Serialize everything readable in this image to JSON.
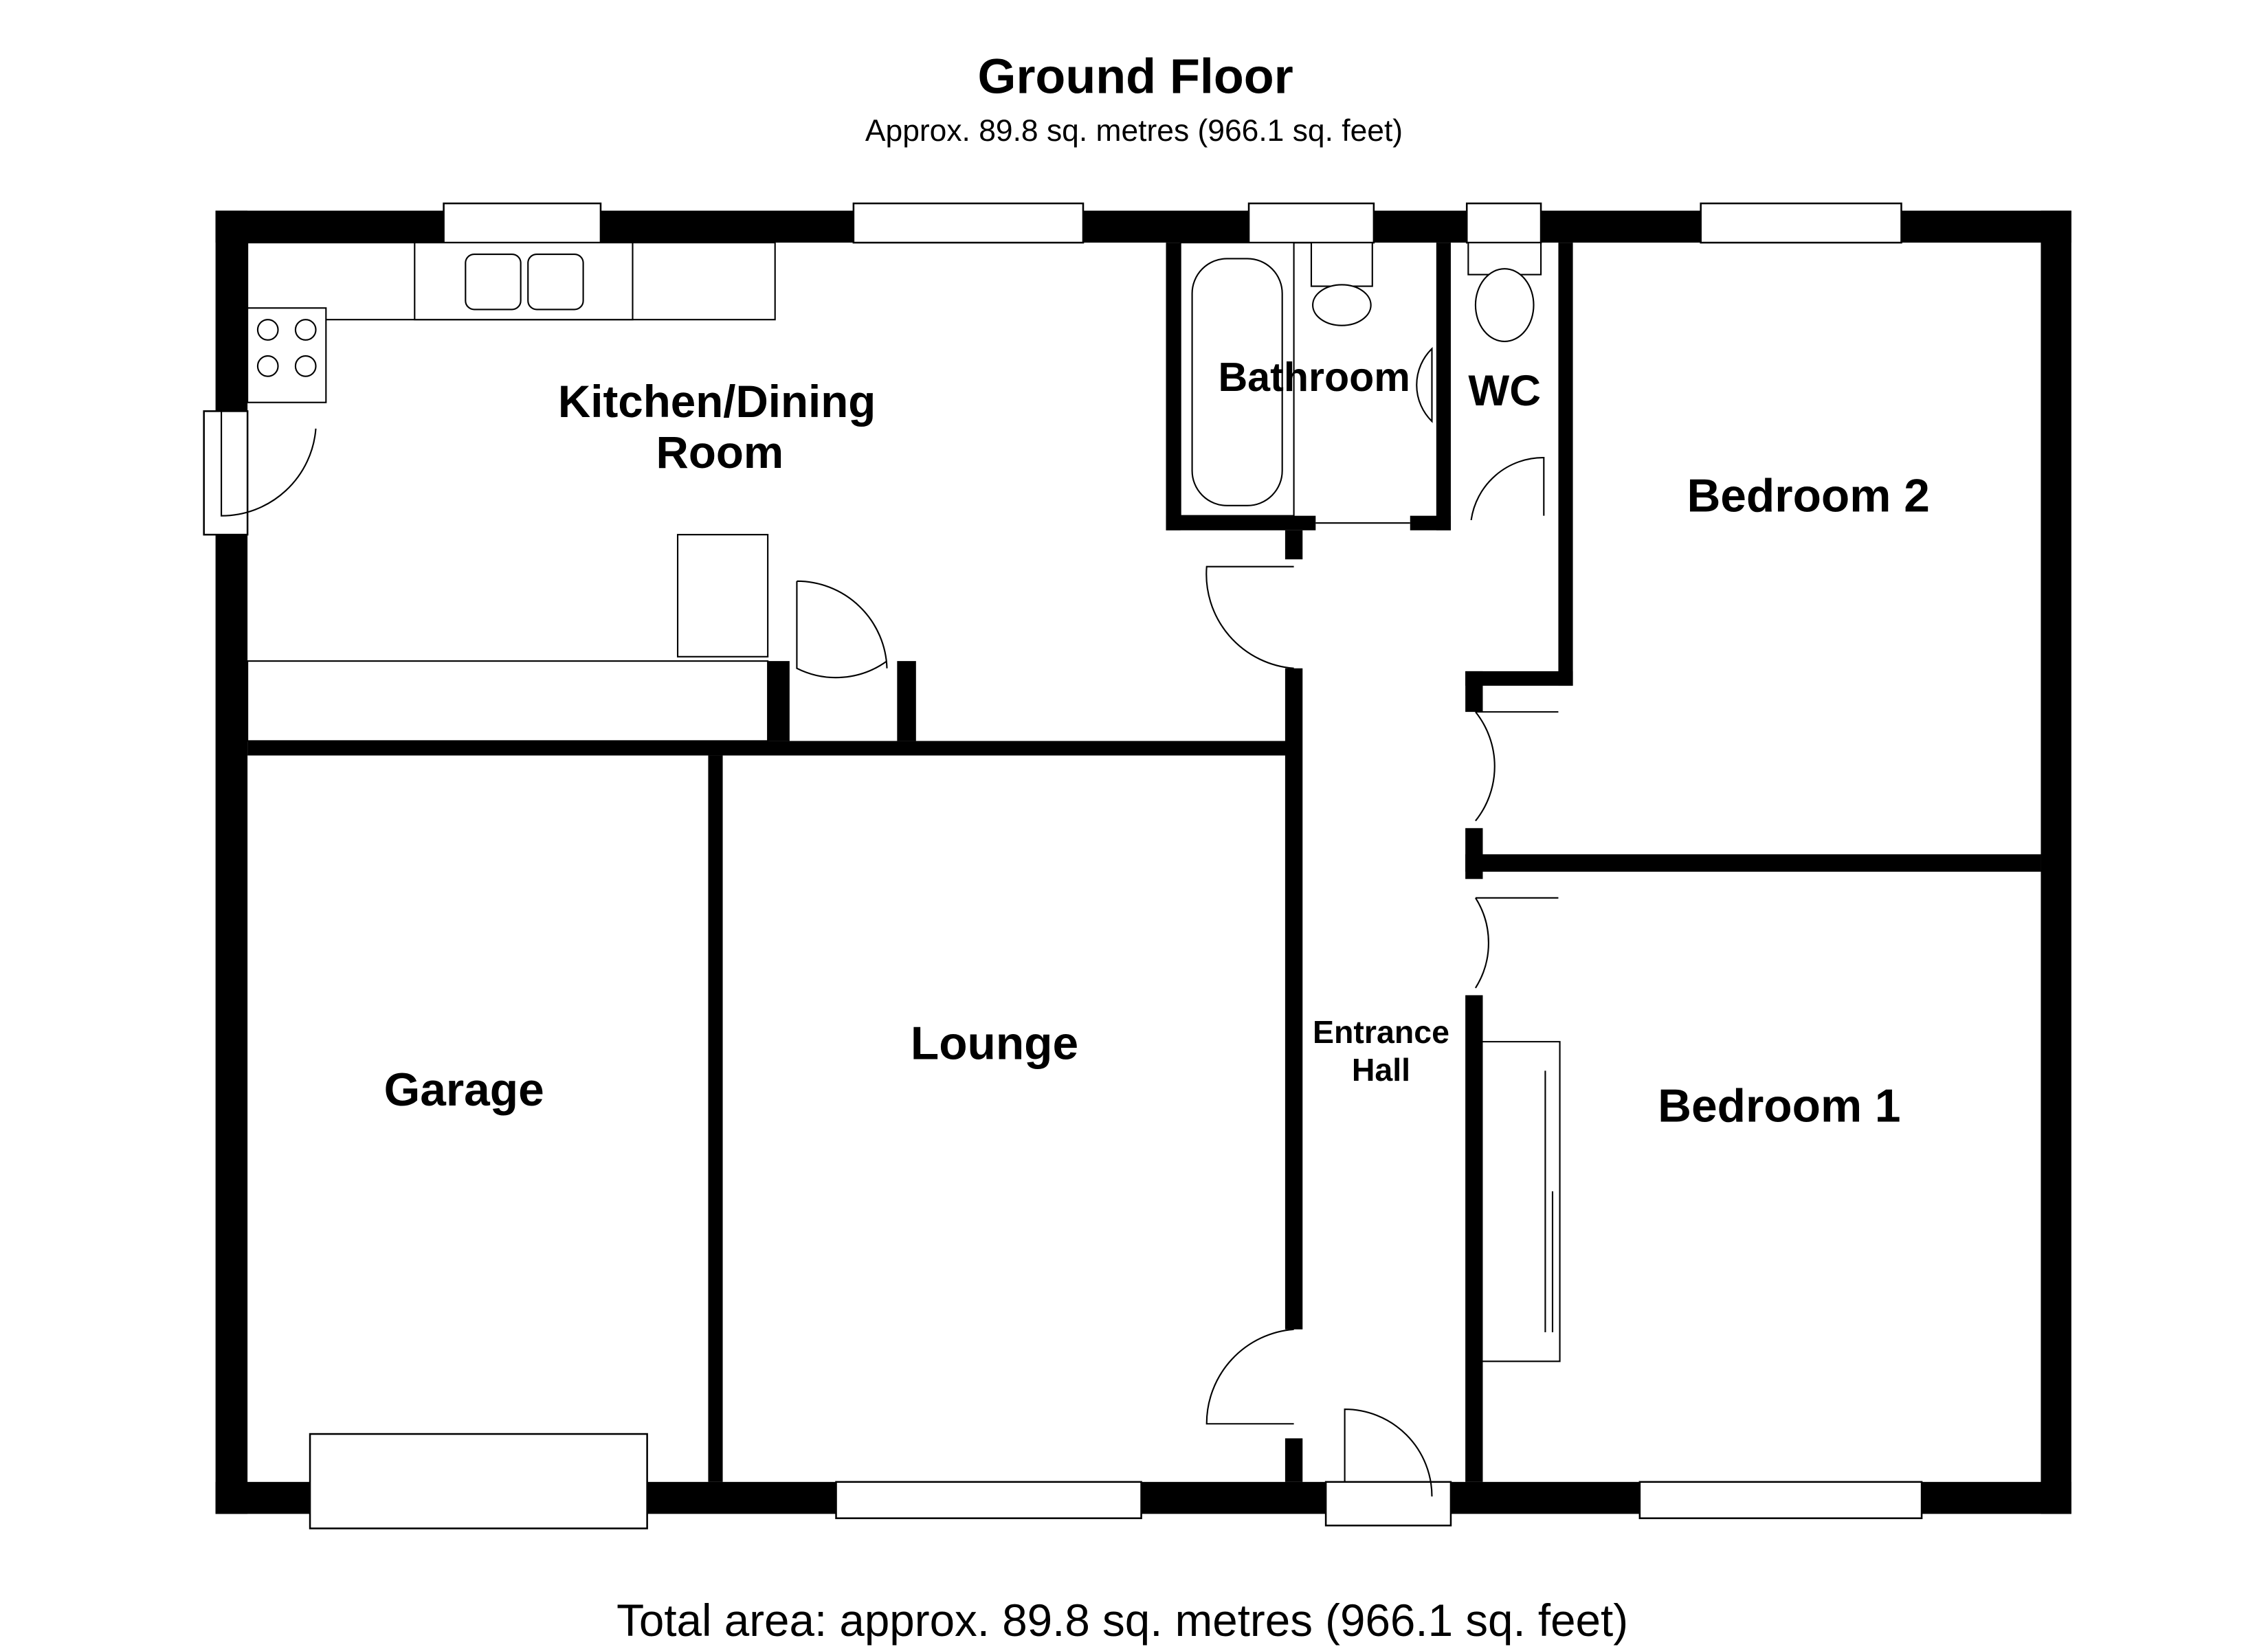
{
  "header": {
    "title": "Ground Floor",
    "subtitle": "Approx. 89.8 sq. metres (966.1 sq. feet)"
  },
  "rooms": {
    "kitchen_line1": "Kitchen/Dining",
    "kitchen_line2": "Room",
    "bathroom": "Bathroom",
    "wc": "WC",
    "bedroom2": "Bedroom 2",
    "bedroom1": "Bedroom 1",
    "garage": "Garage",
    "lounge": "Lounge",
    "hall_line1": "Entrance",
    "hall_line2": "Hall"
  },
  "footer": {
    "total": "Total area: approx. 89.8 sq. metres (966.1 sq. feet)"
  }
}
